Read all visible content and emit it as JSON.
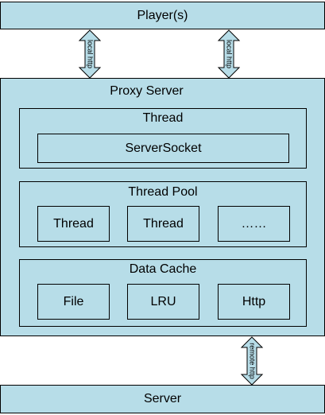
{
  "colors": {
    "fill": "#b7dde8",
    "stroke": "#000000"
  },
  "player": {
    "label": "Player(s)"
  },
  "arrows": {
    "left_label": "local http",
    "right_label": "local http",
    "bottom_label": "remote http"
  },
  "proxy": {
    "title": "Proxy Server",
    "thread": {
      "title": "Thread",
      "socket": "ServerSocket"
    },
    "thread_pool": {
      "title": "Thread Pool",
      "items": [
        "Thread",
        "Thread",
        "……"
      ]
    },
    "data_cache": {
      "title": "Data Cache",
      "items": [
        "File",
        "LRU",
        "Http"
      ]
    }
  },
  "server": {
    "label": "Server"
  }
}
